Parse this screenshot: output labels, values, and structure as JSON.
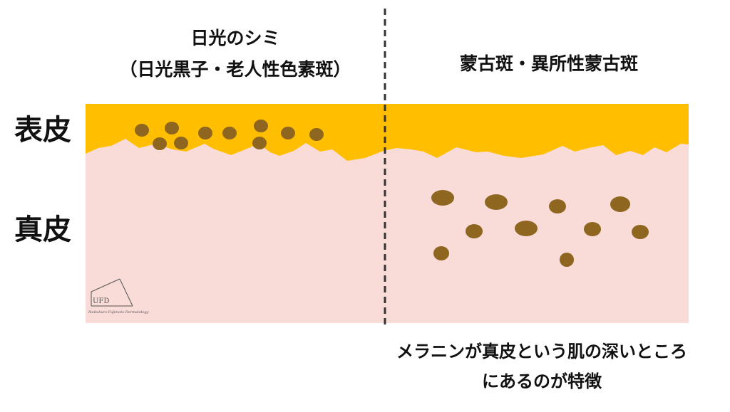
{
  "titles": {
    "left_line1": "日光のシミ",
    "left_line2": "（日光黒子・老人性色素斑）",
    "right": "蒙古斑・異所性蒙古斑"
  },
  "layers": {
    "epidermis": "表皮",
    "dermis": "真皮"
  },
  "caption": {
    "line1": "メラニンが真皮という肌の深いところ",
    "line2": "にあるのが特徴"
  },
  "logo": {
    "letters": "UFD",
    "subtitle": "Ikebukuro Fujimoto Dermatology"
  },
  "colors": {
    "epidermis": "#FFBF00",
    "dermis": "#F9DBD8",
    "melanin": "#8E6620",
    "divider": "#333333",
    "text": "#111111"
  }
}
